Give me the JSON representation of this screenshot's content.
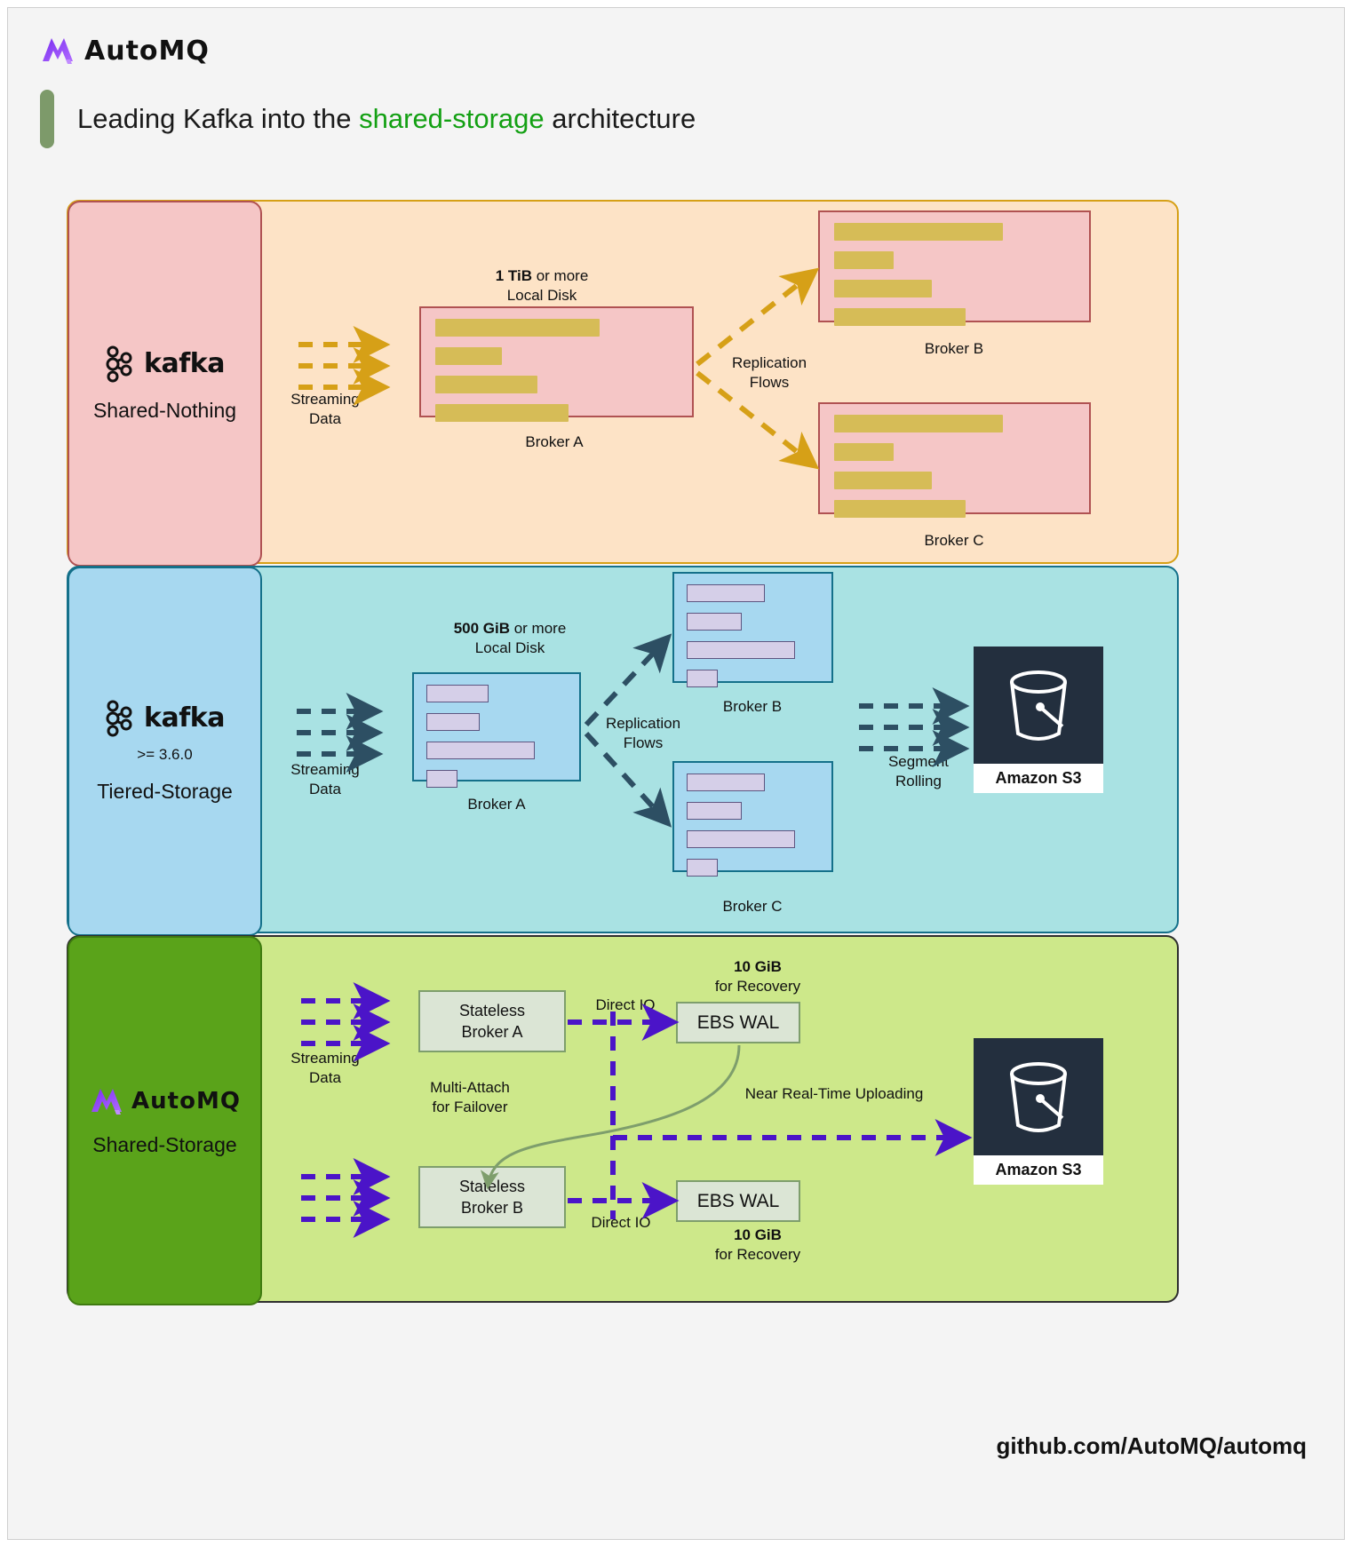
{
  "header": {
    "brand_name": "AutoMQ",
    "brand_logo_icon": "automq-logo-icon",
    "title_prefix": "Leading Kafka into the ",
    "title_highlight": "shared-storage",
    "title_suffix": " architecture",
    "highlight_color": "#13a013"
  },
  "sections": {
    "shared_nothing": {
      "card": {
        "logo_icon": "kafka-logo-icon",
        "logo_text": "kafka",
        "title": "Shared-Nothing"
      },
      "streaming_label": "Streaming\nData",
      "disk_note_bold": "1 TiB",
      "disk_note_rest": " or more",
      "disk_note_line2": "Local Disk",
      "broker_a_label": "Broker A",
      "broker_b_label": "Broker B",
      "broker_c_label": "Broker C",
      "replication_label": "Replication\nFlows",
      "accent_color": "#d6a017",
      "panel_bg": "#fde3c6",
      "broker_bg": "#f5c6c6",
      "broker_border": "#b05252",
      "bar_color": "#d6bc57",
      "broker_a_bars": [
        185,
        75,
        115,
        150
      ],
      "broker_b_bars": [
        190,
        67,
        110,
        148
      ],
      "broker_c_bars": [
        190,
        67,
        110,
        148
      ]
    },
    "tiered_storage": {
      "card": {
        "logo_icon": "kafka-logo-icon",
        "logo_text": "kafka",
        "version": ">= 3.6.0",
        "title": "Tiered-Storage"
      },
      "streaming_label": "Streaming\nData",
      "disk_note_bold": "500 GiB",
      "disk_note_rest": " or more",
      "disk_note_line2": "Local Disk",
      "broker_a_label": "Broker A",
      "broker_b_label": "Broker B",
      "broker_c_label": "Broker C",
      "replication_label": "Replication\nFlows",
      "segment_label": "Segment\nRolling",
      "s3_name": "Amazon S3",
      "s3_icon": "s3-bucket-icon",
      "accent_color": "#2d4f63",
      "panel_bg": "#a9e2e3",
      "broker_bg": "#a7d8f0",
      "broker_border": "#14708a",
      "bar_color": "#d5cfe8",
      "broker_a_bars": [
        70,
        60,
        122,
        35
      ],
      "broker_b_bars": [
        88,
        62,
        122,
        35
      ],
      "broker_c_bars": [
        88,
        62,
        122,
        35
      ]
    },
    "shared_storage": {
      "card": {
        "logo_icon": "automq-logo-icon",
        "logo_text": "AutoMQ",
        "title": "Shared-Storage"
      },
      "streaming_label": "Streaming\nData",
      "broker_a_label": "Stateless\nBroker A",
      "broker_b_label": "Stateless\nBroker B",
      "direct_io_top_label": "Direct IO",
      "direct_io_bottom_label": "Direct IO",
      "wal_top_note_bold": "10 GiB",
      "wal_top_note_rest": "for Recovery",
      "wal_bottom_note_bold": "10 GiB",
      "wal_bottom_note_rest": "for Recovery",
      "wal_top_label": "EBS WAL",
      "wal_bottom_label": "EBS WAL",
      "multi_attach_label": "Multi-Attach\nfor Failover",
      "uploading_label": "Near Real-Time Uploading",
      "s3_name": "Amazon S3",
      "s3_icon": "s3-bucket-icon",
      "accent_color": "#4b14c8",
      "panel_bg": "#cde88a",
      "box_bg": "#dbe5d5",
      "box_border": "#7e9e6c"
    }
  },
  "footer": {
    "link": "github.com/AutoMQ/automq"
  }
}
